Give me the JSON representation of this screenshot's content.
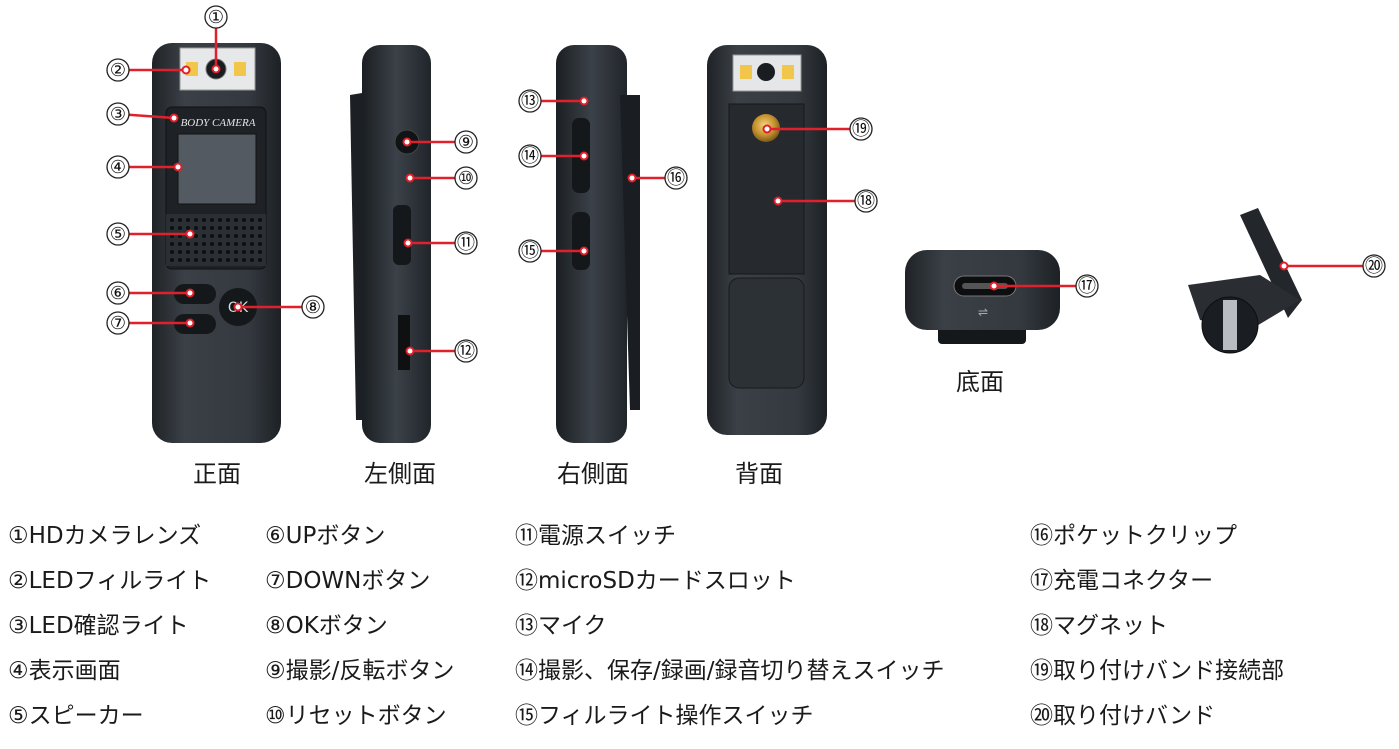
{
  "colors": {
    "leader": "#e0202a",
    "body": "#2c3136",
    "body_dark": "#1c2024",
    "text": "#1a1a1a"
  },
  "callouts": [
    "①",
    "②",
    "③",
    "④",
    "⑤",
    "⑥",
    "⑦",
    "⑧",
    "⑨",
    "⑩",
    "⑪",
    "⑫",
    "⑬",
    "⑭",
    "⑮",
    "⑯",
    "⑰",
    "⑱",
    "⑲",
    "⑳"
  ],
  "device_text": {
    "brand": "BODY CAMERA",
    "ok": "OK"
  },
  "views": {
    "front": "正面",
    "left": "左側面",
    "right": "右側面",
    "back": "背面",
    "bottom": "底面"
  },
  "legend": [
    "①HDカメラレンズ",
    "②LEDフィルライト",
    "③LED確認ライト",
    "④表示画面",
    "⑤スピーカー",
    "⑥UPボタン",
    "⑦DOWNボタン",
    "⑧OKボタン",
    "⑨撮影/反転ボタン",
    "⑩リセットボタン",
    "⑪電源スイッチ",
    "⑫microSDカードスロット",
    "⑬マイク",
    "⑭撮影、保存/録画/録音切り替えスイッチ",
    "⑮フィルライト操作スイッチ",
    "⑯ポケットクリップ",
    "⑰充電コネクター",
    "⑱マグネット",
    "⑲取り付けバンド接続部",
    "⑳取り付けバンド"
  ]
}
